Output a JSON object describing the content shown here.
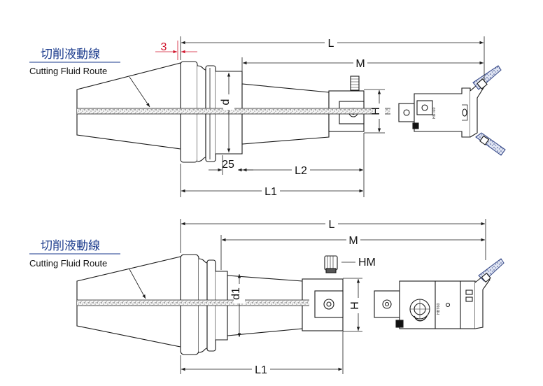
{
  "labels": {
    "fluid_route_cjk": "切削液動線",
    "fluid_route_en": "Cutting Fluid Route",
    "red_dim": "3",
    "L": "L",
    "M": "M",
    "d": "d",
    "d1": "d1",
    "H": "H",
    "HM": "HM",
    "dim_25": "25",
    "L1": "L1",
    "L2": "L2",
    "head_top_mark": "HBT60",
    "head_bottom_mark": "HBT60"
  },
  "colors": {
    "line": "#1a1a1a",
    "red_dim": "#d0142c",
    "label_blue": "#1a3a8c",
    "insert_blue": "#5b6fa8"
  }
}
